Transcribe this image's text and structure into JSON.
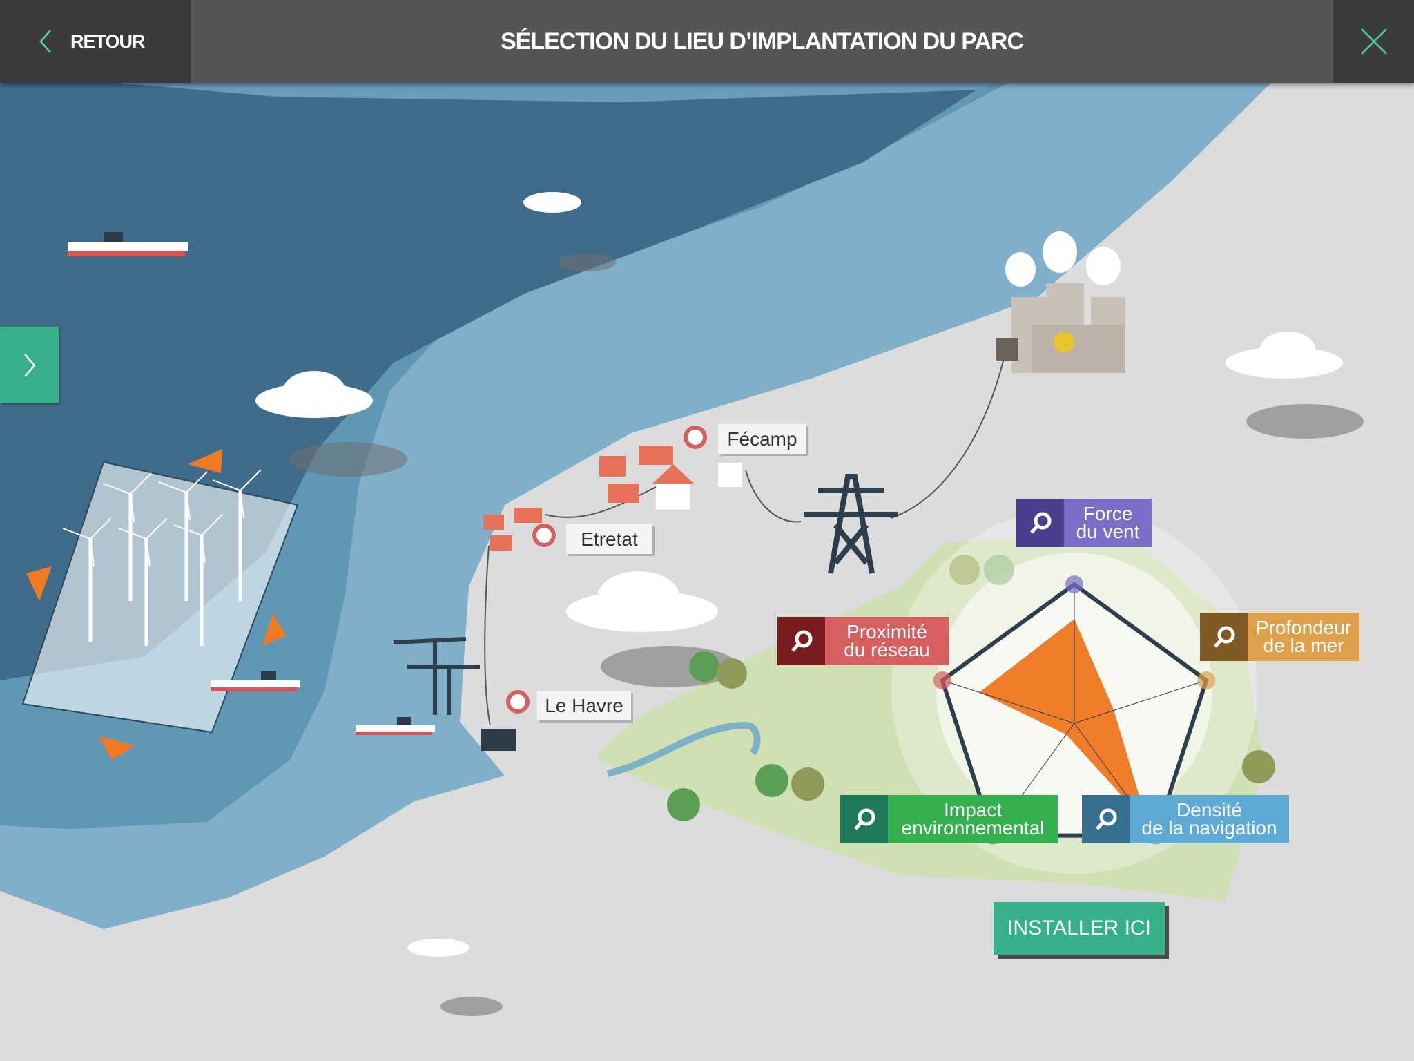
{
  "header": {
    "back_label": "RETOUR",
    "title": "SÉLECTION DU LIEU D’IMPLANTATION DU PARC"
  },
  "places": {
    "fecamp": "Fécamp",
    "etretat": "Etretat",
    "le_havre": "Le Havre"
  },
  "criteria": [
    {
      "line1": "Force",
      "line2": "du vent",
      "icon": "search-icon",
      "color": "#7b6ec6",
      "dark": "#4a3e8e"
    },
    {
      "line1": "Profondeur",
      "line2": "de la mer",
      "icon": "search-icon",
      "color": "#dfa04c",
      "dark": "#7f5a25"
    },
    {
      "line1": "Densité",
      "line2": "de la navigation",
      "icon": "search-icon",
      "color": "#5eaad6",
      "dark": "#376f8f"
    },
    {
      "line1": "Impact",
      "line2": "environnemental",
      "icon": "search-icon",
      "color": "#35b04e",
      "dark": "#1e7a58"
    },
    {
      "line1": "Proximité",
      "line2": "du réseau",
      "icon": "search-icon",
      "color": "#d65f5f",
      "dark": "#7a1c1f"
    }
  ],
  "radar": {
    "axes": [
      "Force du vent",
      "Profondeur de la mer",
      "Densité de la navigation",
      "Impact environnemental",
      "Proximité du réseau"
    ],
    "values": [
      0.75,
      0.3,
      0.9,
      0.1,
      0.72
    ],
    "fill": "#ef7d2a"
  },
  "install_label": "INSTALLER ICI"
}
